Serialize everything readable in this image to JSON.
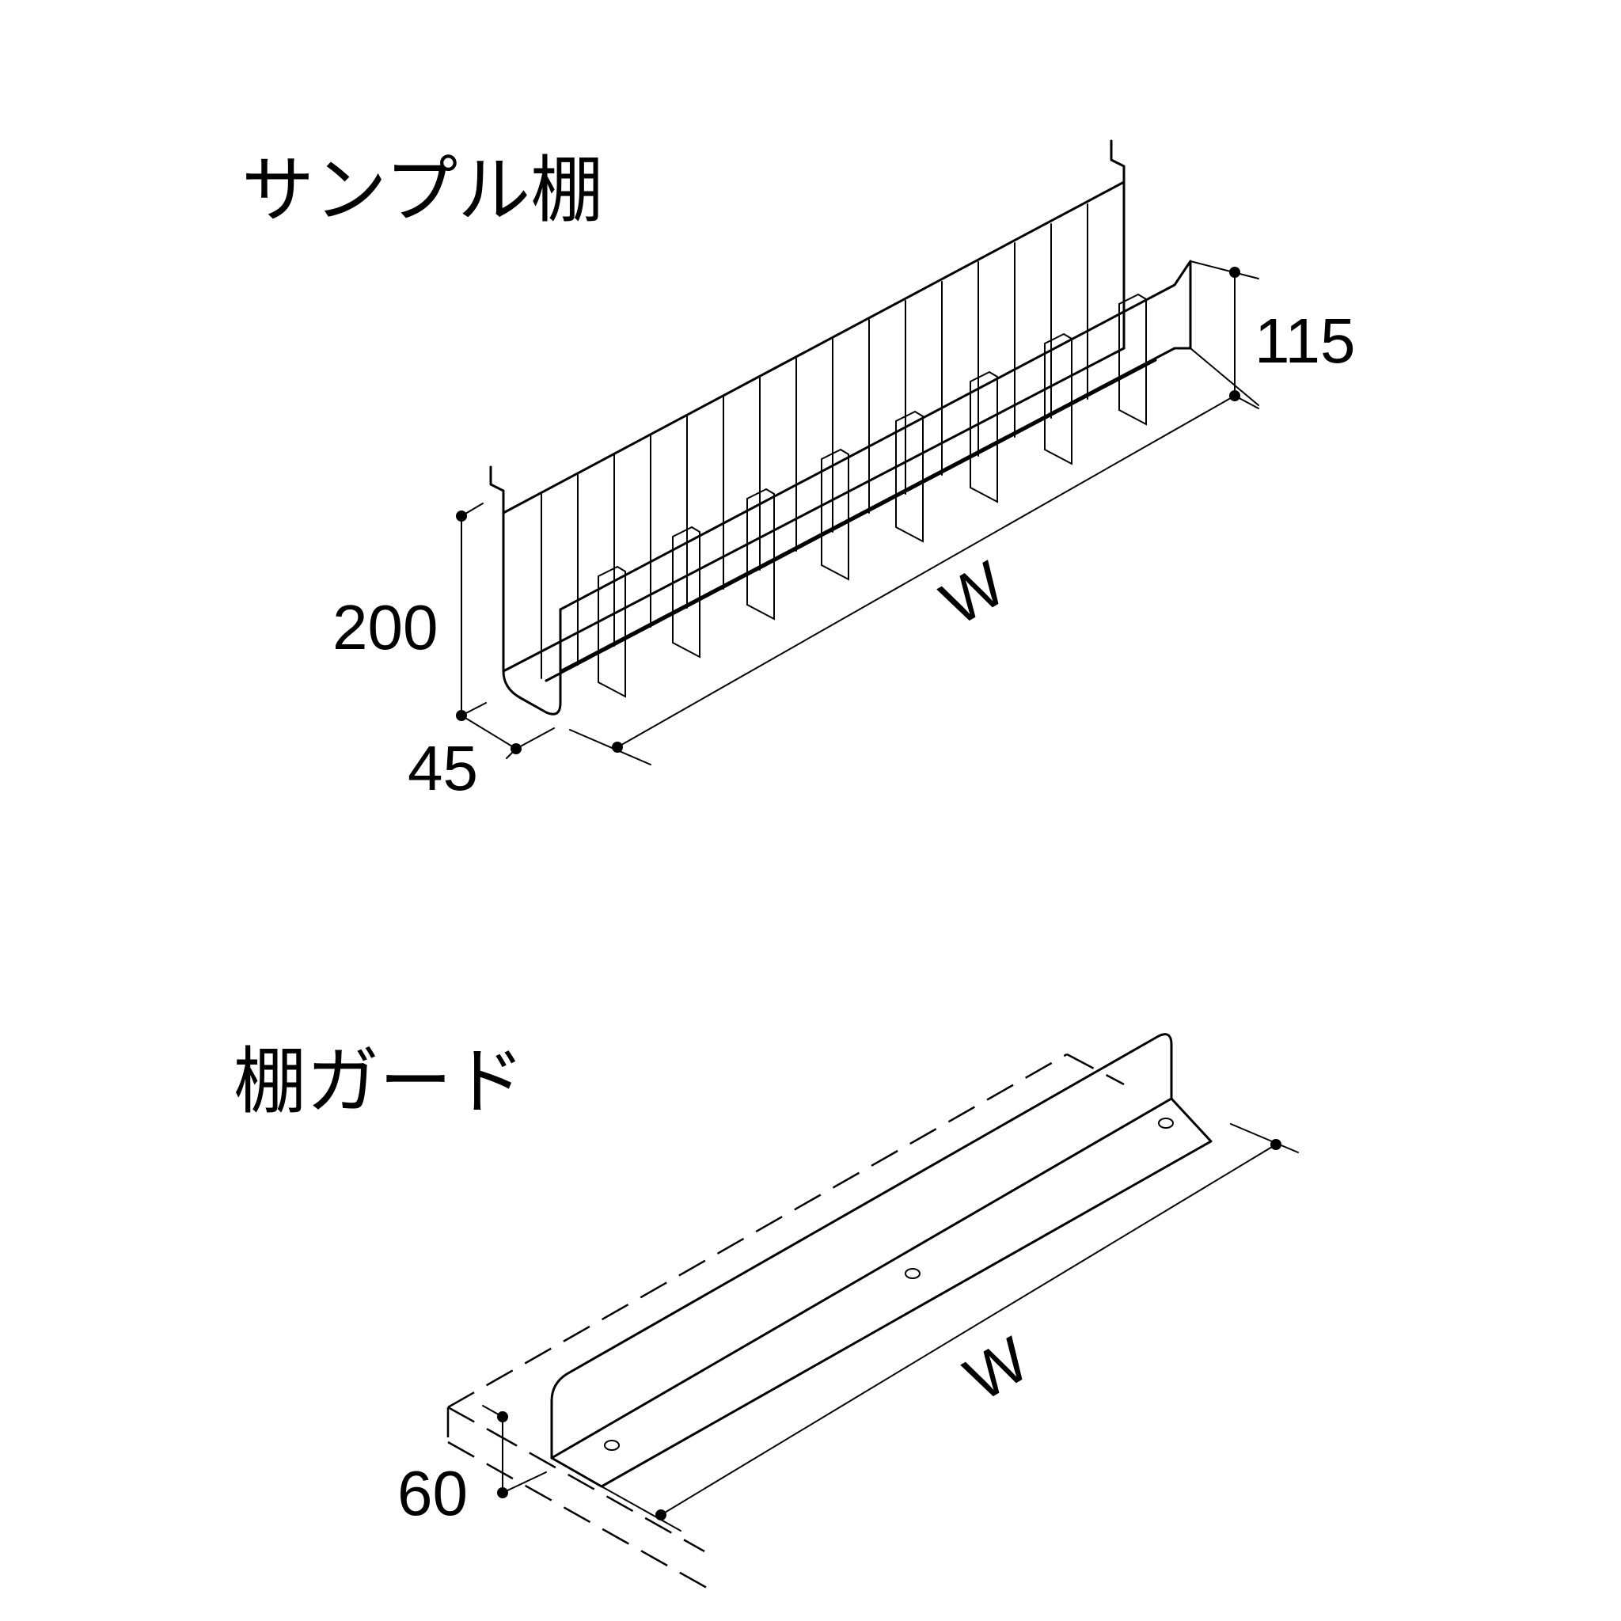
{
  "figures": [
    {
      "title": "サンプル棚",
      "dimensions": {
        "height": "200",
        "depth": "45",
        "width": "W",
        "divider_height": "115"
      }
    },
    {
      "title": "棚ガード",
      "dimensions": {
        "height": "60",
        "width": "W"
      }
    }
  ]
}
